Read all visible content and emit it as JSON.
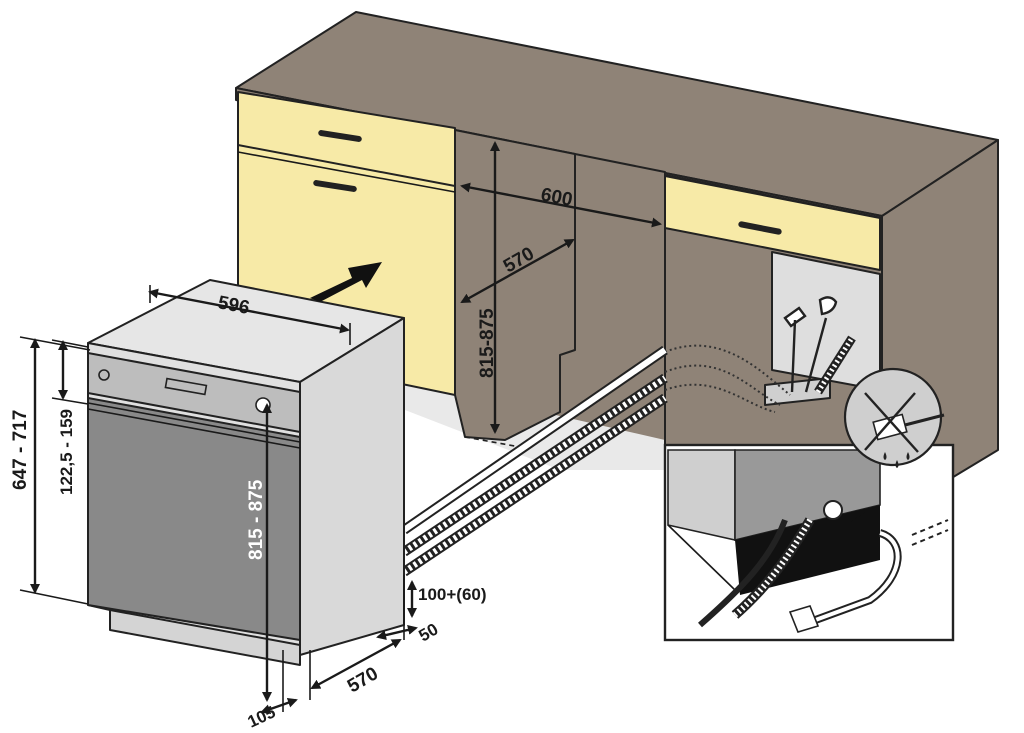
{
  "colors": {
    "counter": "#8f8377",
    "drawer": "#f7eaa7",
    "niche_floor": "#e9e9e9",
    "appliance_side": "#d9d9d9",
    "appliance_top": "#e6e6e6",
    "door": "#898989",
    "panel": "#bdbdbd",
    "inset_back": "#cfcfcf"
  },
  "dimensions": {
    "niche_width": "600",
    "niche_depth": "570",
    "niche_height": "815-875",
    "appliance_width": "596",
    "appliance_height": "815 - 875",
    "door_height": "647 - 717",
    "panel_height": "122,5 - 159",
    "plinth_offset": "100+(60)",
    "plinth_recess": "50",
    "appliance_depth": "570",
    "foot_depth": "105"
  }
}
